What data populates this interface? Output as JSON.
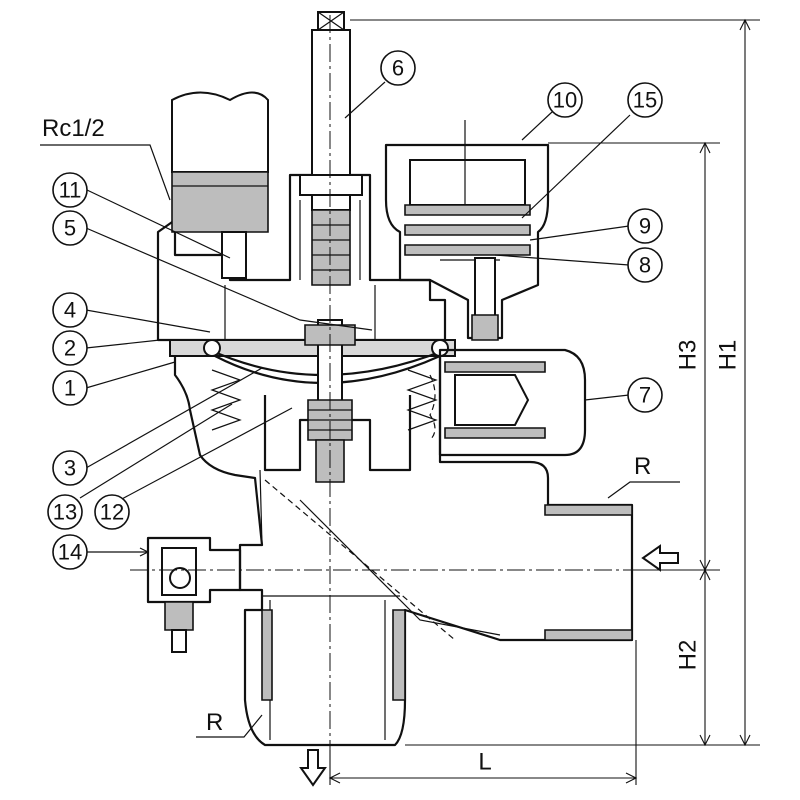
{
  "callouts": [
    {
      "id": "c1",
      "text": "1"
    },
    {
      "id": "c2",
      "text": "2"
    },
    {
      "id": "c3",
      "text": "3"
    },
    {
      "id": "c4",
      "text": "4"
    },
    {
      "id": "c5",
      "text": "5"
    },
    {
      "id": "c6",
      "text": "6"
    },
    {
      "id": "c7",
      "text": "7"
    },
    {
      "id": "c8",
      "text": "8"
    },
    {
      "id": "c9",
      "text": "9"
    },
    {
      "id": "c10",
      "text": "10"
    },
    {
      "id": "c11",
      "text": "11"
    },
    {
      "id": "c12",
      "text": "12"
    },
    {
      "id": "c13",
      "text": "13"
    },
    {
      "id": "c14",
      "text": "14"
    },
    {
      "id": "c15",
      "text": "15"
    }
  ],
  "labels": {
    "pilot_port": "Rc1/2",
    "inlet_thread": "R",
    "outlet_thread": "R"
  },
  "dimensions": {
    "h1": "H1",
    "h2": "H2",
    "h3": "H3",
    "l": "L"
  }
}
